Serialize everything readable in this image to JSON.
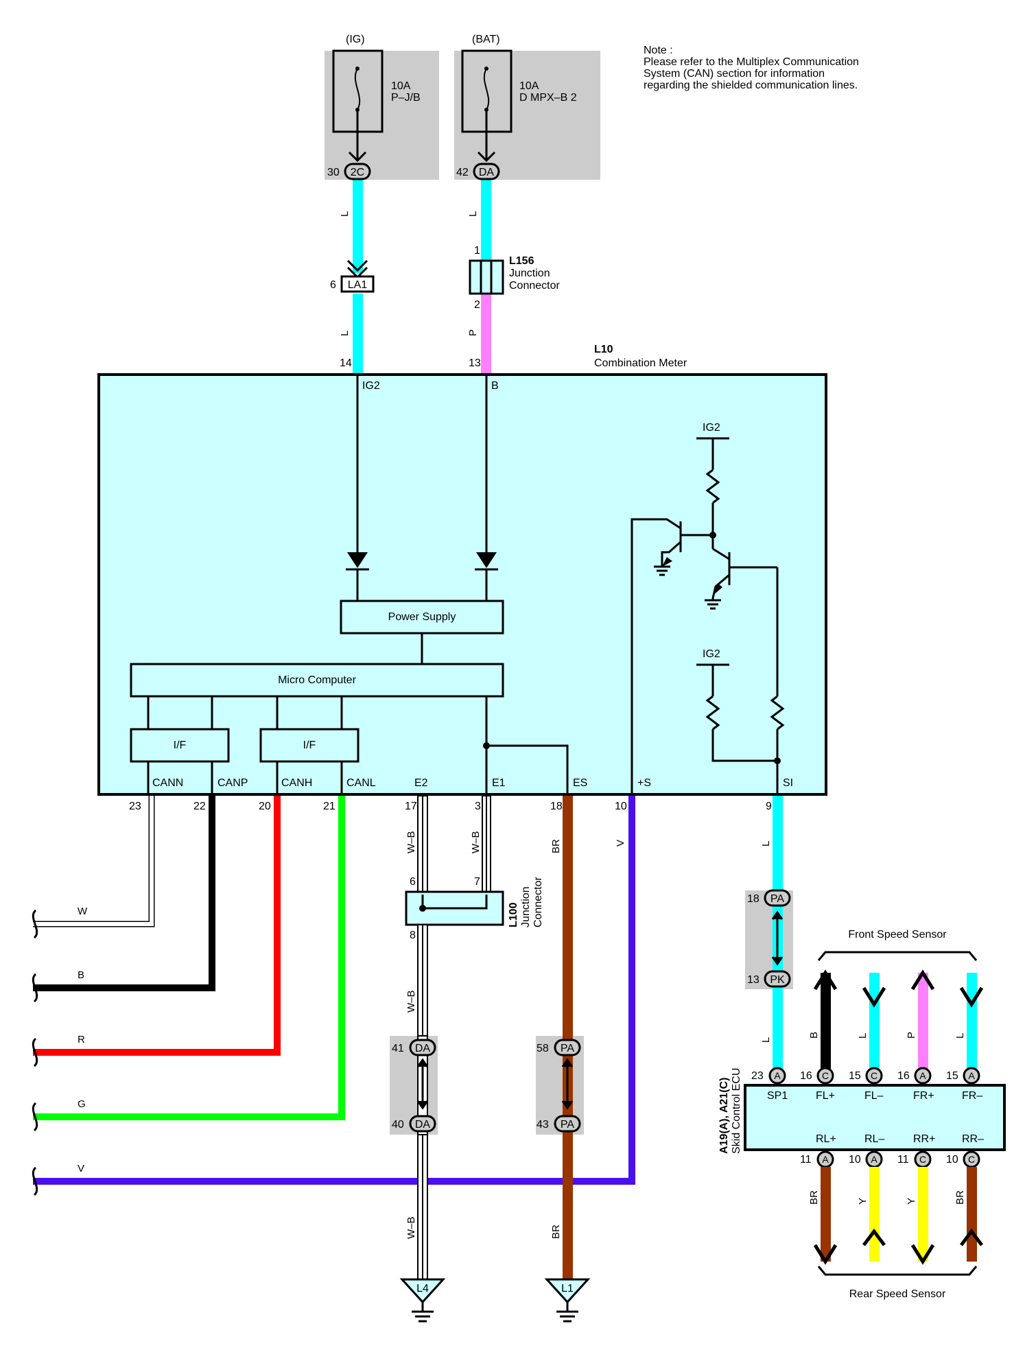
{
  "note": {
    "l1": "Note :",
    "l2": "Please refer to the Multiplex Communication",
    "l3": "System (CAN) section for information",
    "l4": "regarding the shielded communication lines."
  },
  "fuse_ig": {
    "supply": "(IG)",
    "rating": "10A",
    "name": "P–J/B",
    "pin": "30",
    "conn": "2C",
    "wire": "L"
  },
  "fuse_bat": {
    "supply": "(BAT)",
    "rating": "10A",
    "name": "D MPX–B 2",
    "pin": "42",
    "conn": "DA",
    "wire": "L"
  },
  "la1": {
    "pin": "6",
    "conn": "LA1",
    "wire": "L"
  },
  "l156": {
    "id": "L156",
    "name1": "Junction",
    "name2": "Connector",
    "pin_in": "1",
    "pin_out": "2",
    "wire": "P"
  },
  "meter": {
    "id": "L10",
    "name": "Combination Meter",
    "top_pins": {
      "ig2": "14",
      "b": "13"
    },
    "top_labels": {
      "ig2": "IG2",
      "b": "B"
    },
    "power_supply": "Power Supply",
    "micro_computer": "Micro Computer",
    "if1": "I/F",
    "if2": "I/F",
    "ig2_a": "IG2",
    "ig2_b": "IG2",
    "terminals": [
      "CANN",
      "CANP",
      "CANH",
      "CANL",
      "E2",
      "E1",
      "ES",
      "+S",
      "SI"
    ],
    "pins": [
      "23",
      "22",
      "20",
      "21",
      "17",
      "3",
      "18",
      "10",
      "9"
    ]
  },
  "bus": [
    {
      "label": "W",
      "color": "#ffffff"
    },
    {
      "label": "B",
      "color": "#000000"
    },
    {
      "label": "R",
      "color": "#ff0000"
    },
    {
      "label": "G",
      "color": "#00ff00"
    },
    {
      "label": "V",
      "color": "#4b10f0"
    }
  ],
  "wire_labels": {
    "e2": "W–B",
    "e1": "W–B",
    "es": "BR",
    "s": "V",
    "si": "L",
    "l100_out": "W–B",
    "e2_bottom": "W–B",
    "es_bottom": "BR",
    "si_low": "L"
  },
  "l100": {
    "id": "L100",
    "name1": "Junction",
    "name2": "Connector",
    "pin_a": "6",
    "pin_b": "7",
    "pin_out": "8"
  },
  "conn_da_e2": {
    "pin_top": "41",
    "conn_top": "DA",
    "pin_bot": "40",
    "conn_bot": "DA"
  },
  "conn_pa_es": {
    "pin_top": "58",
    "conn_top": "PA",
    "pin_bot": "43",
    "conn_bot": "PA"
  },
  "conn_pa_si": {
    "pin_top": "18",
    "conn_top": "PA",
    "pin_bot": "13",
    "conn_bot": "PK"
  },
  "grounds": {
    "e2": "L4",
    "es": "L1"
  },
  "ecu": {
    "id": "A19(A), A21(C)",
    "name": "Skid Control ECU",
    "front_sensor": "Front Speed Sensor",
    "rear_sensor": "Rear Speed Sensor",
    "top_terms": [
      "SP1",
      "FL+",
      "FL–",
      "FR+",
      "FR–"
    ],
    "top_pins": [
      "23",
      "16",
      "15",
      "16",
      "15"
    ],
    "top_conns": [
      "A",
      "C",
      "C",
      "A",
      "A"
    ],
    "top_wires": [
      "L",
      "B",
      "L",
      "P",
      "L"
    ],
    "bottom_terms": [
      "RL+",
      "RL–",
      "RR+",
      "RR–"
    ],
    "bottom_pins": [
      "11",
      "10",
      "11",
      "10"
    ],
    "bottom_conns": [
      "A",
      "A",
      "C",
      "C"
    ],
    "bottom_wires": [
      "BR",
      "Y",
      "Y",
      "BR"
    ]
  },
  "colors": {
    "light_blue": "#00ffff",
    "pink": "#ff80ff",
    "brown": "#993300",
    "violet": "#4b10f0",
    "yellow": "#ffff00",
    "green": "#00ff00",
    "red": "#ff0000",
    "component_fill": "#ccffff",
    "shade": "#cccccc"
  }
}
